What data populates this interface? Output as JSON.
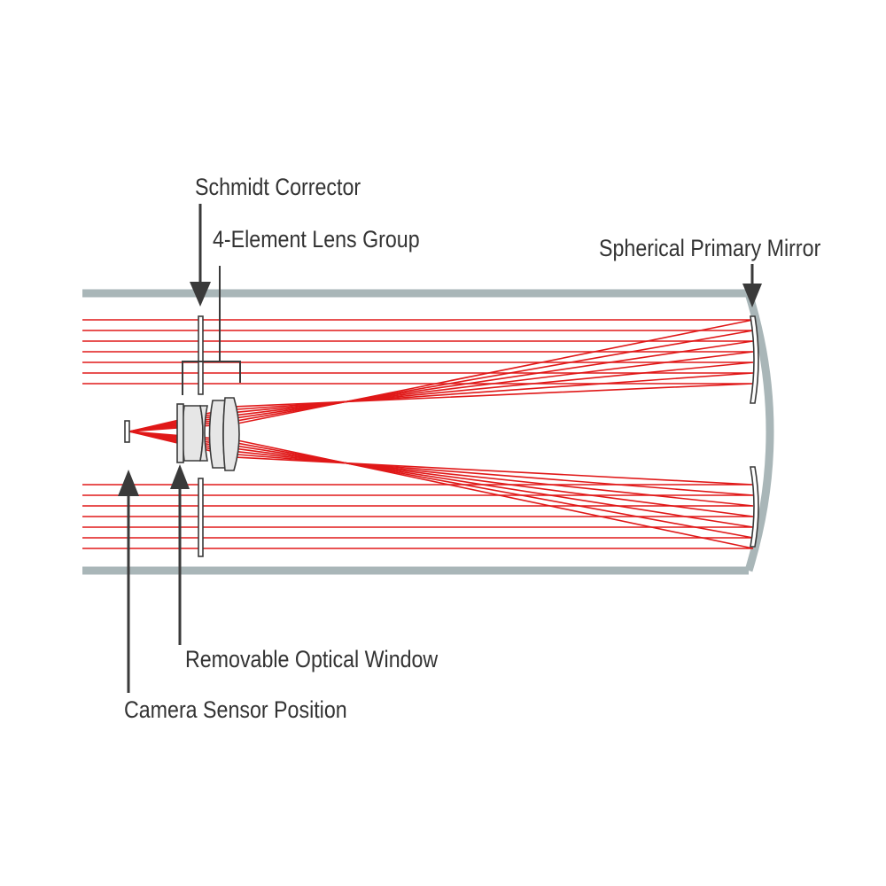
{
  "labels": {
    "schmidt_corrector": "Schmidt Corrector",
    "lens_group": "4-Element Lens Group",
    "primary_mirror": "Spherical Primary Mirror",
    "optical_window": "Removable Optical Window",
    "camera_sensor": "Camera Sensor Position"
  },
  "colors": {
    "tube": "#a9b6b8",
    "ray": "#e01818",
    "outline": "#3a3a3a",
    "lens_fill": "#e6e6e6",
    "text": "#333333"
  }
}
